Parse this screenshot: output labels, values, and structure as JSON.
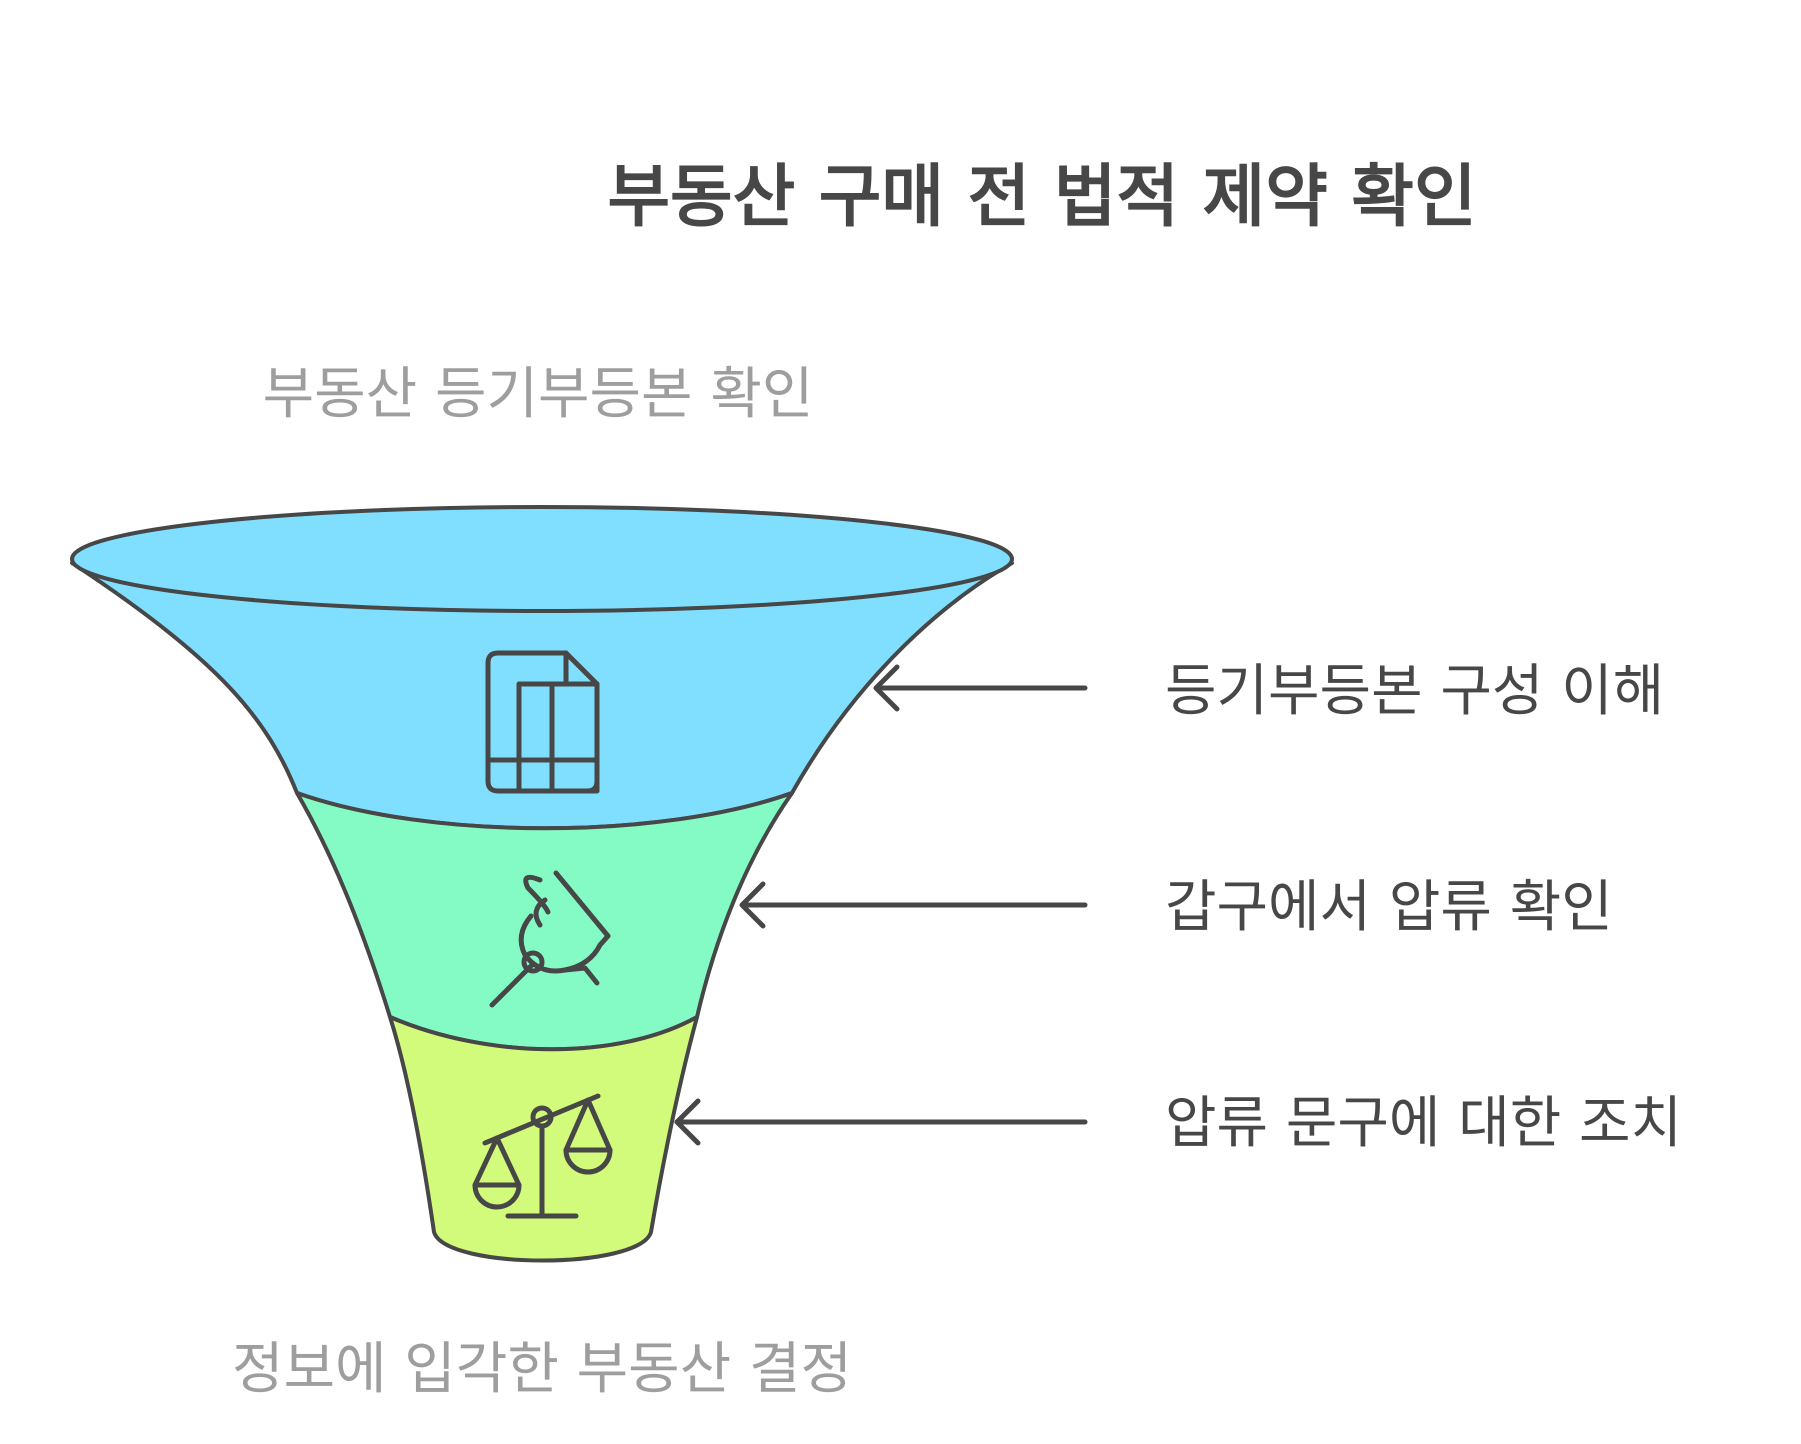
{
  "title": "부동산 구매 전 법적 제약 확인",
  "top_caption": "부동산 등기부등본 확인",
  "bottom_caption": "정보에 입각한 부동산 결정",
  "stages": [
    {
      "label": "등기부등본 구성 이해",
      "color": "#80dfff",
      "icon": "document-icon"
    },
    {
      "label": "갑구에서 압류 확인",
      "color": "#84fbc5",
      "icon": "pin-hand-icon"
    },
    {
      "label": "압류 문구에 대한 조치",
      "color": "#d2fb7b",
      "icon": "scales-icon"
    }
  ]
}
